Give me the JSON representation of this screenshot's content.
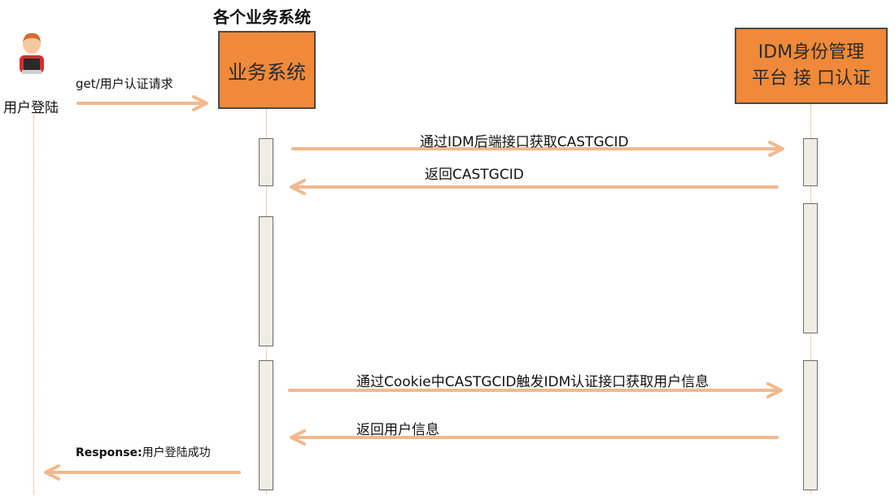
{
  "group_title": "各个业务系统",
  "actors": {
    "user": {
      "label": "用户登陆",
      "icon": "user-avatar-icon"
    },
    "business_system": {
      "label": "业务系统"
    },
    "idm": {
      "label": "IDM身份管理\n平台 接 口认证"
    }
  },
  "messages": [
    {
      "id": "m1",
      "label": "get/用户认证请求",
      "from": "user",
      "to": "business_system"
    },
    {
      "id": "m2",
      "label": "通过IDM后端接口获取CASTGCID",
      "from": "business_system",
      "to": "idm"
    },
    {
      "id": "m3",
      "label": "返回CASTGCID",
      "from": "idm",
      "to": "business_system"
    },
    {
      "id": "m4",
      "label": "通过Cookie中CASTGCID触发IDM认证接口获取用户信息",
      "from": "business_system",
      "to": "idm"
    },
    {
      "id": "m5",
      "label": "返回用户信息",
      "from": "idm",
      "to": "business_system"
    },
    {
      "id": "m6",
      "label_bold": "Response:",
      "label": "用户登陆成功",
      "from": "business_system",
      "to": "user"
    }
  ],
  "colors": {
    "box_fill": "#f08a3a",
    "arrow": "#f2b88e",
    "activation_fill": "#efede4",
    "lifeline": "#e8a070"
  }
}
